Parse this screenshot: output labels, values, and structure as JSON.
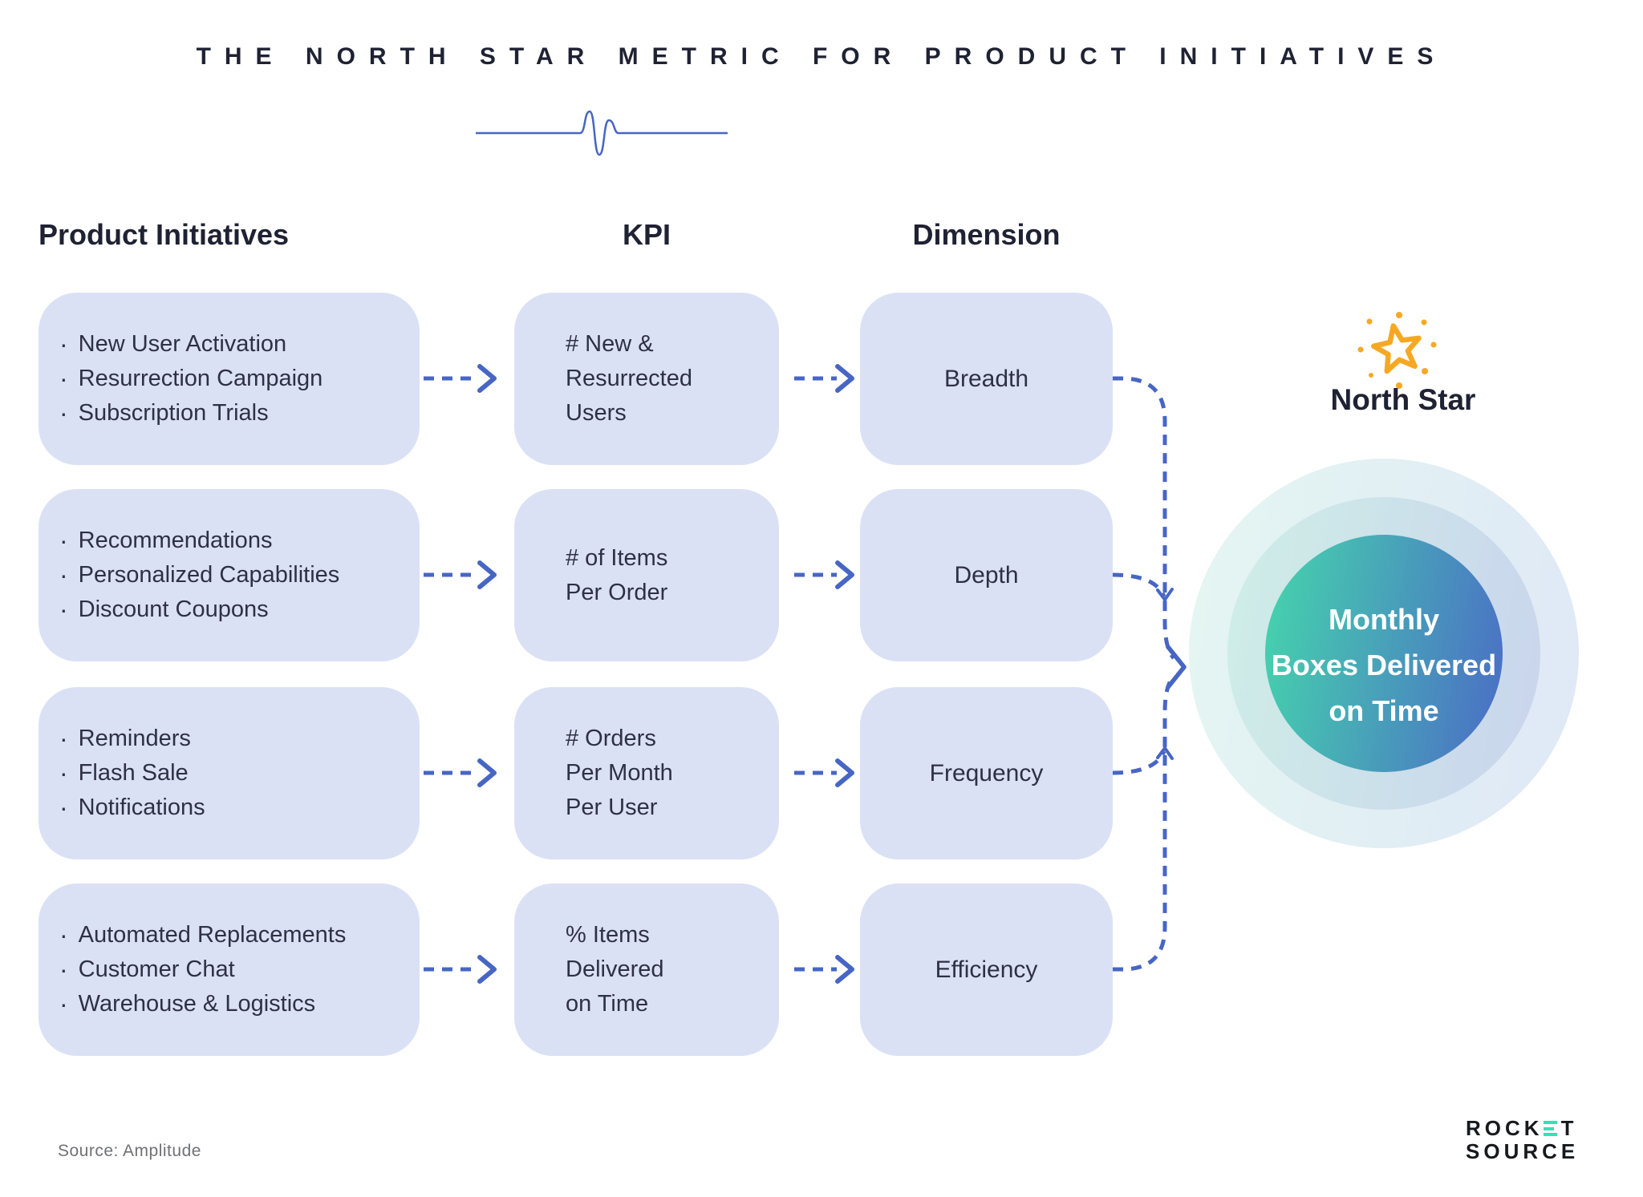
{
  "title": "THE NORTH STAR METRIC FOR PRODUCT INITIATIVES",
  "bullet": "·",
  "columns": {
    "initiatives": "Product Initiatives",
    "kpi": "KPI",
    "dimension": "Dimension"
  },
  "rows": [
    {
      "initiatives": [
        "New User Activation",
        "Resurrection Campaign",
        "Subscription Trials"
      ],
      "kpi": [
        "# New &",
        "Resurrected",
        "Users"
      ],
      "dimension": "Breadth"
    },
    {
      "initiatives": [
        "Recommendations",
        "Personalized Capabilities",
        "Discount Coupons"
      ],
      "kpi": [
        "# of Items",
        "Per Order"
      ],
      "dimension": "Depth"
    },
    {
      "initiatives": [
        "Reminders",
        "Flash Sale",
        "Notifications"
      ],
      "kpi": [
        "# Orders",
        "Per Month",
        "Per User"
      ],
      "dimension": "Frequency"
    },
    {
      "initiatives": [
        "Automated Replacements",
        "Customer Chat",
        "Warehouse & Logistics"
      ],
      "kpi": [
        "% Items",
        "Delivered",
        "on Time"
      ],
      "dimension": "Efficiency"
    }
  ],
  "north_star": {
    "label": "North Star",
    "metric_lines": [
      "Monthly",
      "Boxes Delivered",
      "on Time"
    ]
  },
  "footer": {
    "source": "Source: Amplitude",
    "logo_line1_pre": "ROCK",
    "logo_line1_post": "T",
    "logo_line2": "SOURCE"
  },
  "colors": {
    "box_fill": "#dbe1f5",
    "accent_blue": "#4766c4",
    "star_gold": "#f7a823",
    "inner_gradient_start": "#45d6ac",
    "inner_gradient_end": "#4b6cc6",
    "logo_teal": "#30e2b4",
    "text_dark": "#1f2233",
    "source_grey": "#707174"
  }
}
